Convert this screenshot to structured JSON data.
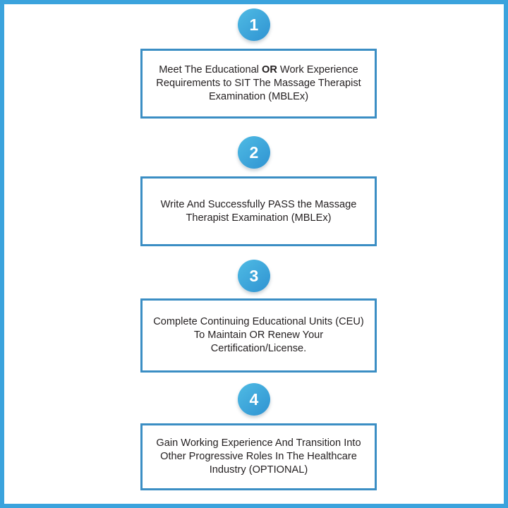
{
  "theme": {
    "frame_border_color": "#3ba3dd",
    "card_border_color": "#3b8ec4",
    "badge_gradient_from": "#4fbbe4",
    "badge_gradient_to": "#2f93d2",
    "badge_number_color": "#ffffff",
    "text_color": "#231f20",
    "background_color": "#ffffff"
  },
  "steps": [
    {
      "number": "1",
      "lines": [
        {
          "text": "Meet The Educational ",
          "bold": false
        },
        {
          "text": "OR",
          "bold": true
        },
        {
          "text": " Work Experience Requirements to SIT The Massage Therapist Examination (MBLEx)",
          "bold": false
        }
      ],
      "plain_text": "Meet The Educational OR Work Experience Requirements to SIT The Massage Therapist Examination (MBLEx)"
    },
    {
      "number": "2",
      "lines": [
        {
          "text": "Write And Successfully PASS the Massage Therapist Examination (MBLEx)",
          "bold": false
        }
      ],
      "plain_text": "Write And Successfully PASS the Massage Therapist Examination (MBLEx)"
    },
    {
      "number": "3",
      "lines": [
        {
          "text": "Complete Continuing Educational Units (CEU) To Maintain OR Renew Your Certification/License.",
          "bold": false
        }
      ],
      "plain_text": "Complete Continuing Educational Units (CEU) To Maintain OR Renew Your Certification/License."
    },
    {
      "number": "4",
      "lines": [
        {
          "text": "Gain Working Experience And Transition Into Other Progressive Roles In The Healthcare Industry (OPTIONAL)",
          "bold": false
        }
      ],
      "plain_text": "Gain Working Experience And Transition Into Other Progressive Roles In The Healthcare Industry (OPTIONAL)"
    }
  ]
}
